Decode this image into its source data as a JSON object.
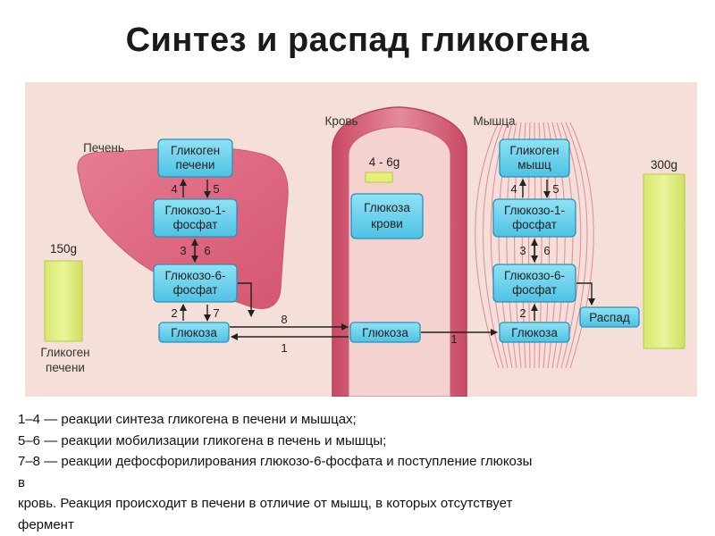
{
  "title": "Синтез и распад гликогена",
  "labels": {
    "liver": "Печень",
    "blood": "Кровь",
    "muscle": "Мышца",
    "liver_mass": "150g",
    "blood_mass": "4 - 6g",
    "muscle_mass": "300g",
    "liver_glycogen_caption": [
      "Гликоген",
      "печени"
    ]
  },
  "liver_boxes": {
    "glycogen": [
      "Гликоген",
      "печени"
    ],
    "g1p": [
      "Глюкозо-1-",
      "фосфат"
    ],
    "g6p": [
      "Глюкозо-6-",
      "фосфат"
    ],
    "glucose": [
      "Глюкоза"
    ]
  },
  "blood_boxes": {
    "blood_glucose": [
      "Глюкоза",
      "крови"
    ],
    "glucose": [
      "Глюкоза"
    ]
  },
  "muscle_boxes": {
    "glycogen": [
      "Гликоген",
      "мышц"
    ],
    "g1p": [
      "Глюкозо-1-",
      "фосфат"
    ],
    "g6p": [
      "Глюкозо-6-",
      "фосфат"
    ],
    "glucose": [
      "Глюкоза"
    ],
    "breakdown": [
      "Распад"
    ]
  },
  "reaction_numbers": {
    "liver_4": "4",
    "liver_5": "5",
    "liver_3": "3",
    "liver_6": "6",
    "liver_2": "2",
    "liver_7": "7",
    "to_blood_8": "8",
    "from_blood_1": "1",
    "muscle_in_1": "1",
    "muscle_4": "4",
    "muscle_5": "5",
    "muscle_3": "3",
    "muscle_6": "6",
    "muscle_2": "2"
  },
  "legend": [
    "1–4 — реакции синтеза гликогена в печени и мышцах;",
    "5–6 — реакции мобилизации гликогена в печень и мышцы;",
    "7–8 — реакции дефосфорилирования глюкозо-6-фосфата и поступление глюкозы",
    "в",
    "кровь. Реакция происходит в печени в отличие от мышц, в которых отсутствует",
    "фермент"
  ]
}
